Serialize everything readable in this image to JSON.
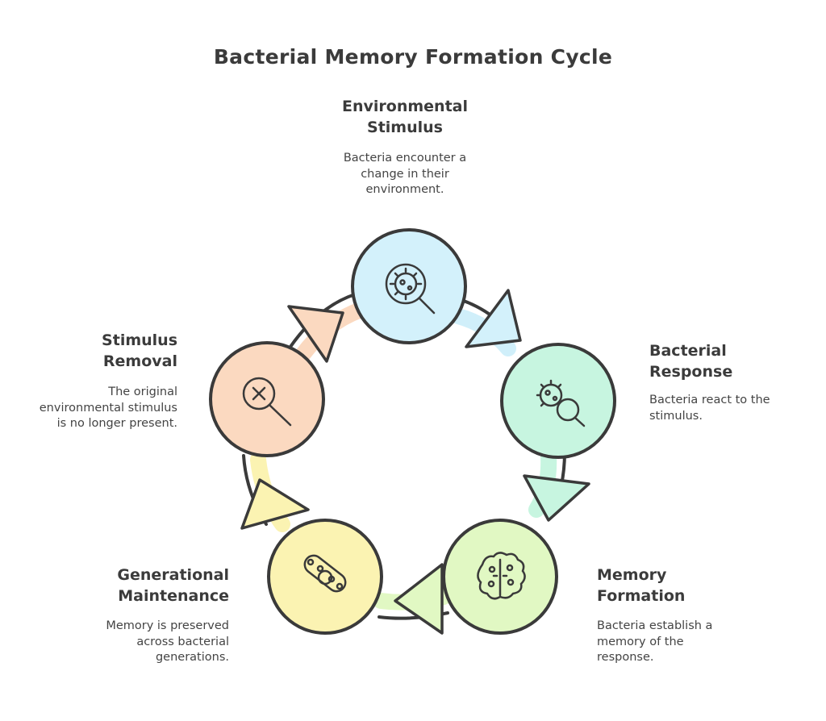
{
  "title": "Bacterial Memory Formation Cycle",
  "colors": {
    "stroke": "#3a3a3a",
    "blue": "#d3f1fb",
    "green": "#c7f5e0",
    "lime": "#e1f8c3",
    "yellow": "#fbf3b2",
    "peach": "#fbd9c0"
  },
  "stages": [
    {
      "id": "environmental-stimulus",
      "heading_line1": "Environmental",
      "heading_line2": "Stimulus",
      "desc_line1": "Bacteria encounter a",
      "desc_line2": "change in their",
      "desc_line3": "environment.",
      "icon": "bacteria-magnifier-icon"
    },
    {
      "id": "bacterial-response",
      "heading_line1": "Bacterial",
      "heading_line2": "Response",
      "desc_line1": "Bacteria react to the",
      "desc_line2": "stimulus.",
      "icon": "bacteria-search-icon"
    },
    {
      "id": "memory-formation",
      "heading_line1": "Memory",
      "heading_line2": "Formation",
      "desc_line1": "Bacteria establish a",
      "desc_line2": "memory of the",
      "desc_line3": "response.",
      "icon": "brain-cell-icon"
    },
    {
      "id": "generational-maintenance",
      "heading_line1": "Generational",
      "heading_line2": "Maintenance",
      "desc_line1": "Memory is preserved",
      "desc_line2": "across bacterial",
      "desc_line3": "generations.",
      "icon": "dividing-bacteria-icon"
    },
    {
      "id": "stimulus-removal",
      "heading_line1": "Stimulus",
      "heading_line2": "Removal",
      "desc_line1": "The original",
      "desc_line2": "environmental stimulus",
      "desc_line3": "is no longer present.",
      "icon": "magnifier-x-icon"
    }
  ]
}
